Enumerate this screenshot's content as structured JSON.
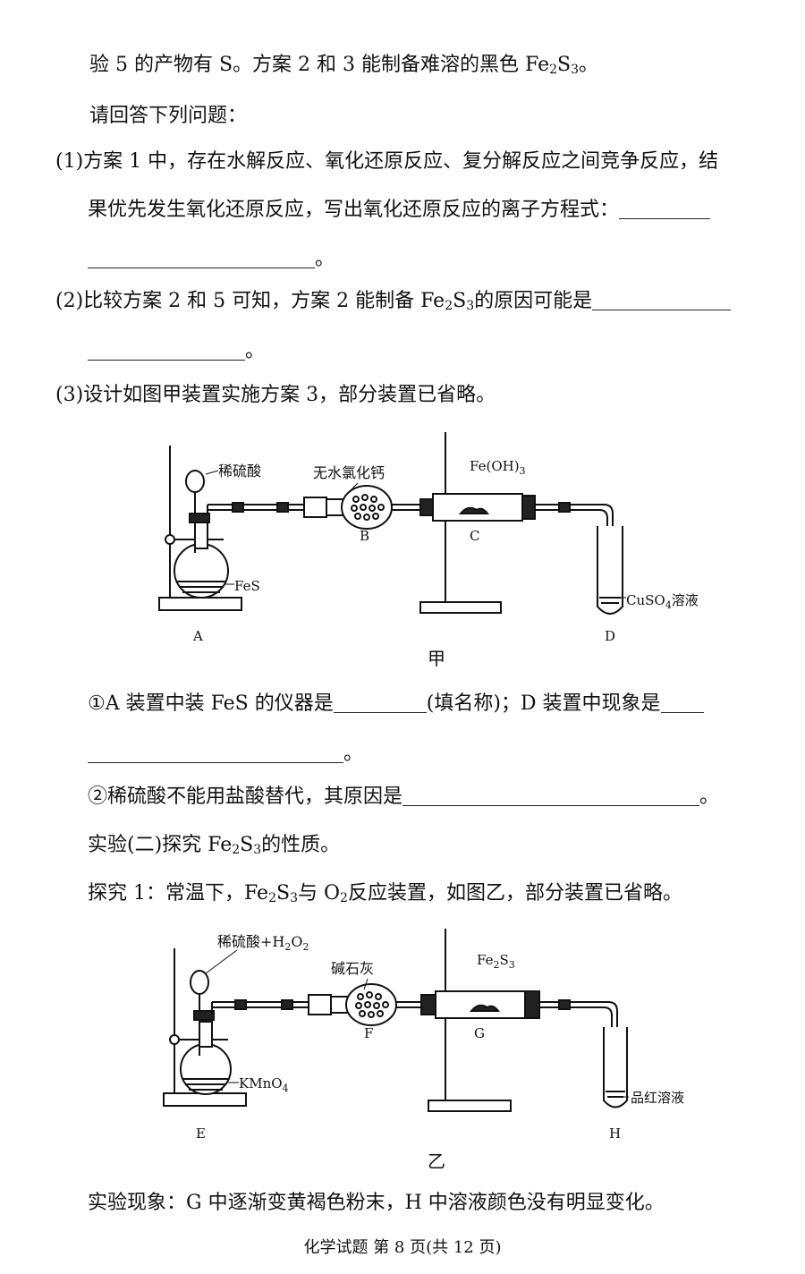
{
  "lines": {
    "l1a": "验 5 的产物有 S。方案 2 和 3 能制备难溶的黑色 Fe",
    "l1b": "2",
    "l1c": "S",
    "l1d": "3",
    "l1e": "。",
    "l2": "请回答下列问题：",
    "l3": "(1)方案 1 中，存在水解反应、氧化还原反应、复分解反应之间竞争反应，结",
    "l4": "果优先发生氧化还原反应，写出氧化还原反应的离子方程式：",
    "l5": "。",
    "l6a": "(2)比较方案 2 和 5 可知，方案 2 能制备 Fe",
    "l6b": "2",
    "l6c": "S",
    "l6d": "3",
    "l6e": "的原因可能是",
    "l7": "。",
    "l8": "(3)设计如图甲装置实施方案 3，部分装置已省略。",
    "l9a": "①A 装置中装 FeS 的仪器是",
    "l9b": "(填名称)；D 装置中现象是",
    "l10": "。",
    "l11a": "②稀硫酸不能用盐酸替代，其原因是",
    "l11b": "。",
    "l12a": "实验(二)探究 Fe",
    "l12b": "2",
    "l12c": "S",
    "l12d": "3",
    "l12e": "的性质。",
    "l13a": "探究 1：常温下，Fe",
    "l13b": "2",
    "l13c": "S",
    "l13d": "3",
    "l13e": "与 O",
    "l13f": "2",
    "l13g": "反应装置，如图乙，部分装置已省略。",
    "l14": "实验现象：G 中逐渐变黄褐色粉末，H 中溶液颜色没有明显变化。"
  },
  "fig1": {
    "acid": "稀硫酸",
    "cacl2": "无水氯化钙",
    "feoh": "Fe(OH)",
    "feoh_sub": "3",
    "fes": "FeS",
    "cuso4a": "CuSO",
    "cuso4_sub": "4",
    "cuso4b": "溶液",
    "A": "A",
    "B": "B",
    "C": "C",
    "D": "D",
    "caption": "甲"
  },
  "fig2": {
    "acid": "稀硫酸+H",
    "acid_sub1": "2",
    "acid_mid": "O",
    "acid_sub2": "2",
    "lime": "碱石灰",
    "fe2s3a": "Fe",
    "fe2s3_sub1": "2",
    "fe2s3b": "S",
    "fe2s3_sub2": "3",
    "kmno4a": "KMnO",
    "kmno4_sub": "4",
    "pinred": "品红溶液",
    "E": "E",
    "F": "F",
    "G": "G",
    "H": "H",
    "caption": "乙"
  },
  "footer": "化学试题 第 8 页(共 12 页)"
}
